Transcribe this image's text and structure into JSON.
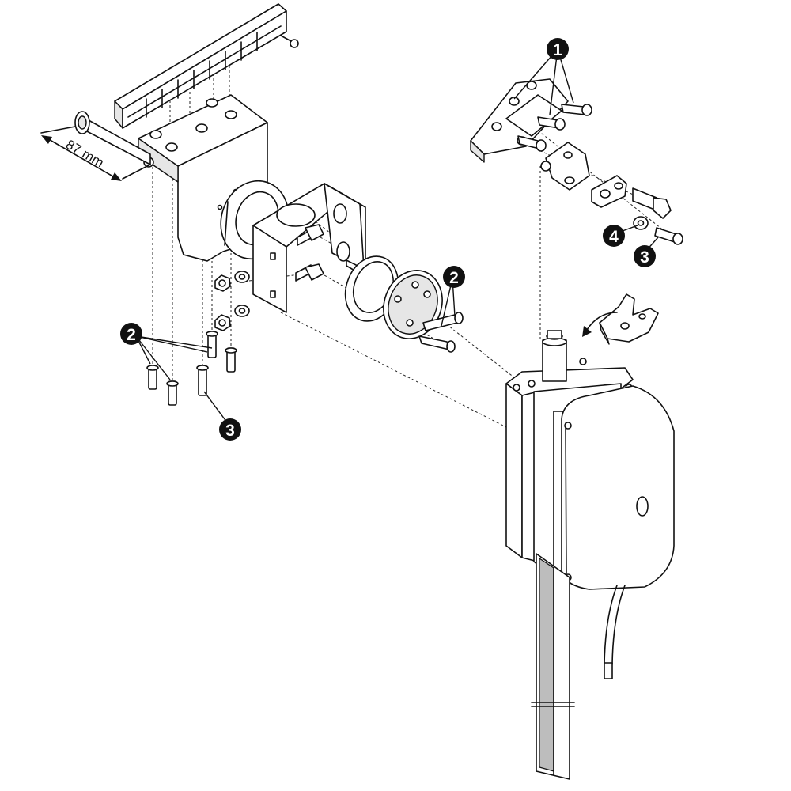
{
  "dimension": {
    "text": "87 mm"
  },
  "callouts": [
    {
      "id": "c1",
      "number": "1"
    },
    {
      "id": "c2a",
      "number": "2"
    },
    {
      "id": "c2b",
      "number": "2"
    },
    {
      "id": "c3a",
      "number": "3"
    },
    {
      "id": "c3b",
      "number": "3"
    },
    {
      "id": "c4",
      "number": "4"
    }
  ]
}
